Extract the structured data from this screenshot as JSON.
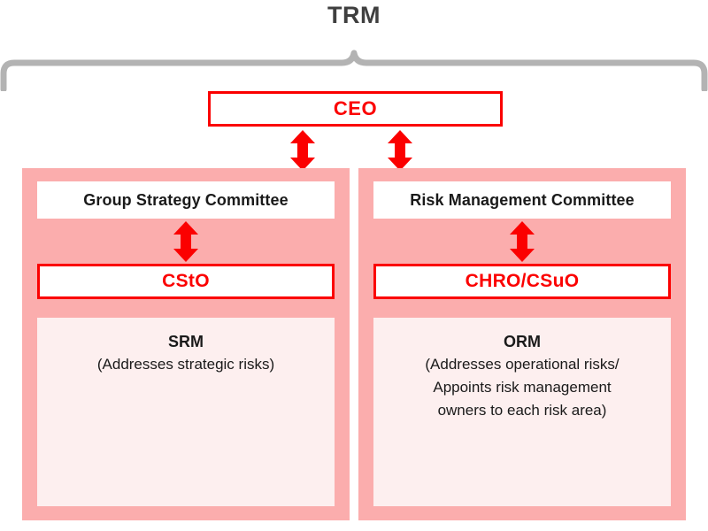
{
  "diagram": {
    "title": "TRM",
    "brace_icon": "curly-brace-icon",
    "colors": {
      "accent_red": "#fb0000",
      "panel_pink": "#fbadad",
      "inner_pink": "#fdefef",
      "brace_gray": "#b3b3b3",
      "text_dark": "#1a1a1a"
    },
    "top_node": {
      "label": "CEO"
    },
    "arrows": {
      "ceo_to_left_label": "double-headed-vertical-arrow",
      "ceo_to_right_label": "double-headed-vertical-arrow",
      "left_committee_to_officer_label": "double-headed-vertical-arrow",
      "right_committee_to_officer_label": "double-headed-vertical-arrow"
    },
    "columns": [
      {
        "committee": "Group Strategy Committee",
        "officer": "CStO",
        "rm_title": "SRM",
        "rm_desc_lines": [
          "(Addresses strategic risks)"
        ]
      },
      {
        "committee": "Risk Management Committee",
        "officer": "CHRO/CSuO",
        "rm_title": "ORM",
        "rm_desc_lines": [
          "(Addresses operational risks/",
          "Appoints risk management",
          "owners to each risk area)"
        ]
      }
    ]
  }
}
